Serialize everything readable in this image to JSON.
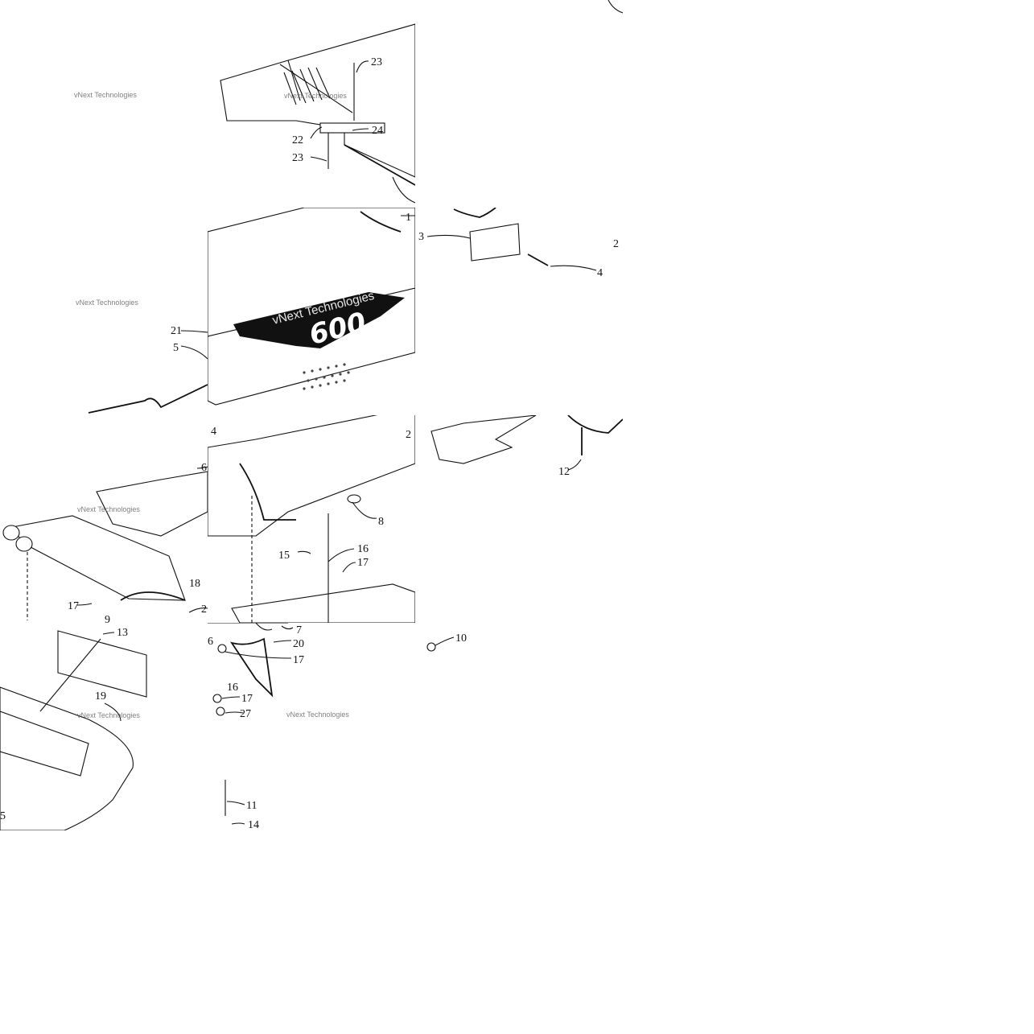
{
  "watermark": "vNext Technologies",
  "center_logo_text": "600",
  "callouts": {
    "c23a": "23",
    "c23b": "23",
    "c22": "22",
    "c24": "24",
    "c1": "1",
    "c2a": "2",
    "c3": "3",
    "c4a": "4",
    "c21": "21",
    "c5a": "5",
    "c2b": "2",
    "c6a": "6",
    "c4b": "4",
    "c8": "8",
    "c15": "15",
    "c16a": "16",
    "c17a": "17",
    "c18": "18",
    "c17b": "17",
    "c9": "9",
    "c2c": "2",
    "c12": "12",
    "c13": "13",
    "c19": "19",
    "c5b": "5",
    "c7": "7",
    "c20": "20",
    "c6b": "6",
    "c17c": "17",
    "c16b": "16",
    "c17d": "17",
    "c27": "27",
    "c11": "11",
    "c14": "14",
    "c10": "10"
  },
  "colors": {
    "ink": "#111111",
    "background": "#ffffff"
  }
}
